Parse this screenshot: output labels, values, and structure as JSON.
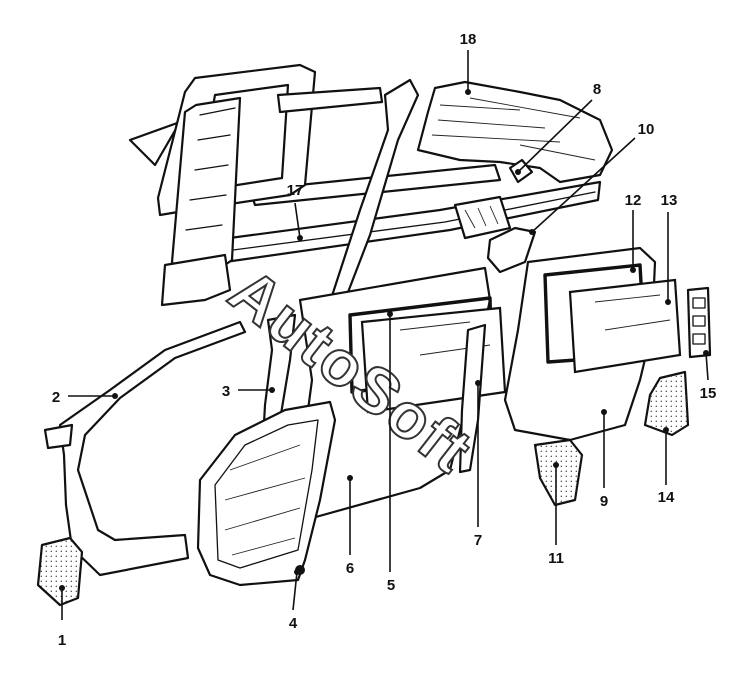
{
  "diagram": {
    "watermark_text": "AutoSoft",
    "callouts": {
      "c1": "1",
      "c2": "2",
      "c3": "3",
      "c4": "4",
      "c5": "5",
      "c6": "6",
      "c7": "7",
      "c8": "8",
      "c9": "9",
      "c10": "10",
      "c11": "11",
      "c12": "12",
      "c13": "13",
      "c14": "14",
      "c15": "15",
      "c17": "17",
      "c18": "18"
    }
  }
}
